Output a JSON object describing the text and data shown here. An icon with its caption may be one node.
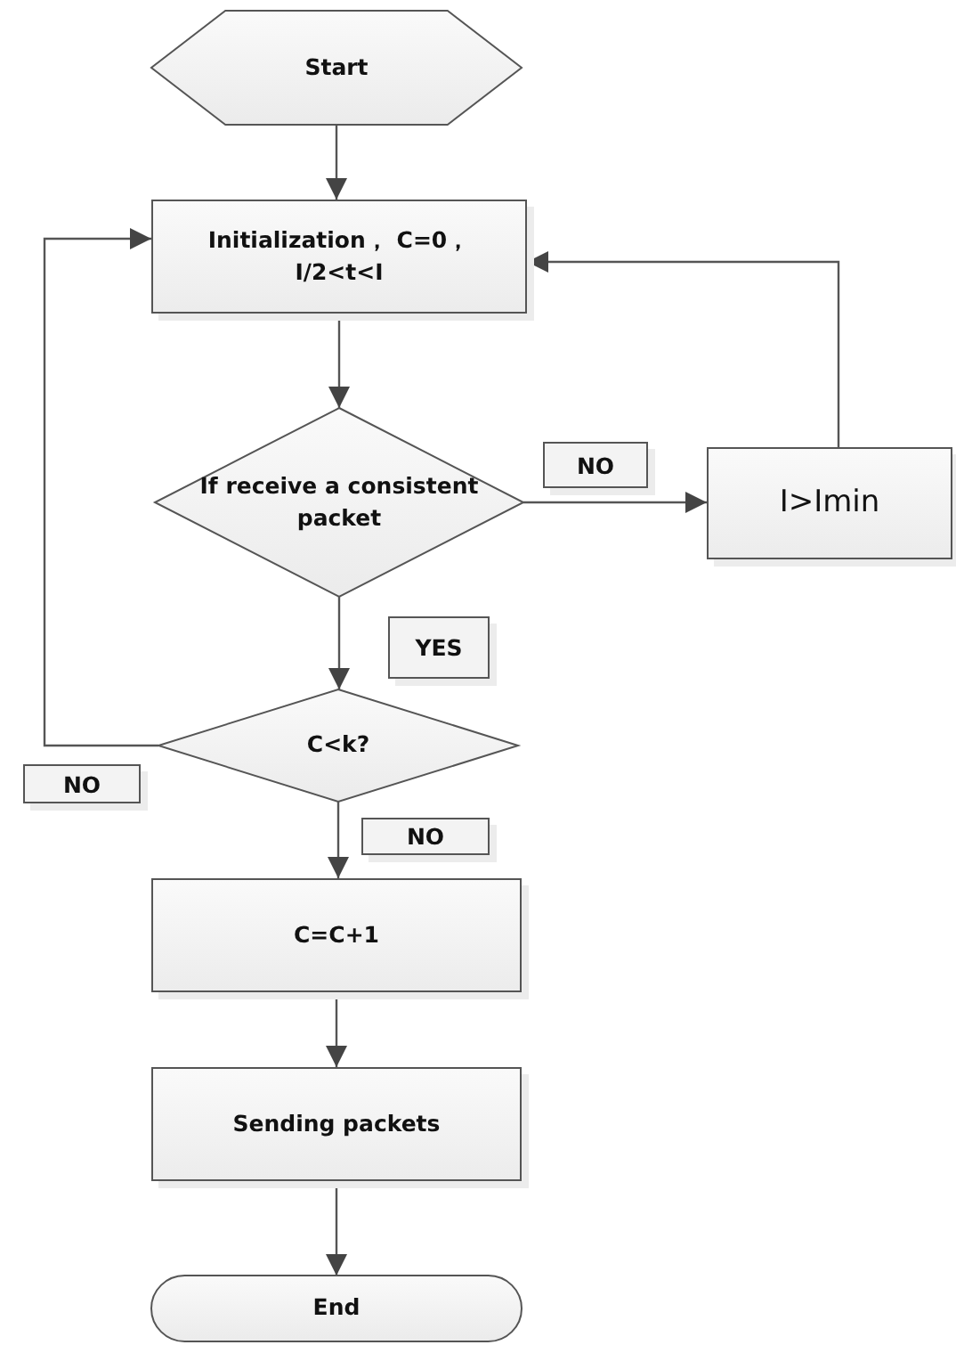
{
  "diagram": {
    "nodes": [
      {
        "text": [
          "Start"
        ]
      },
      {
        "text": [
          "Initialization， C=0， I/2<t<I"
        ]
      },
      {
        "text": [
          "If receive a consistent packet"
        ]
      },
      {
        "text": [
          "I>Imin"
        ]
      },
      {
        "text": [
          "C<k?"
        ]
      },
      {
        "text": [
          "C=C+1"
        ]
      },
      {
        "text": [
          "Sending packets"
        ]
      },
      {
        "text": [
          "End"
        ]
      }
    ],
    "edges": [
      {
        "from": 0,
        "to": 1,
        "arrow": "to"
      },
      {
        "from": 1,
        "to": 2,
        "arrow": "to"
      },
      {
        "from": 2,
        "to": 3,
        "arrow": "to",
        "label": "NO"
      },
      {
        "from": 3,
        "to": 1,
        "arrow": "to"
      },
      {
        "from": 2,
        "to": 4,
        "arrow": "to",
        "label": "YES"
      },
      {
        "from": 4,
        "to": 1,
        "arrow": "to",
        "label": "NO"
      },
      {
        "from": 4,
        "to": 5,
        "arrow": "to",
        "label": "NO"
      },
      {
        "from": 5,
        "to": 6,
        "arrow": "to"
      },
      {
        "from": 6,
        "to": 7,
        "arrow": "to"
      }
    ]
  }
}
